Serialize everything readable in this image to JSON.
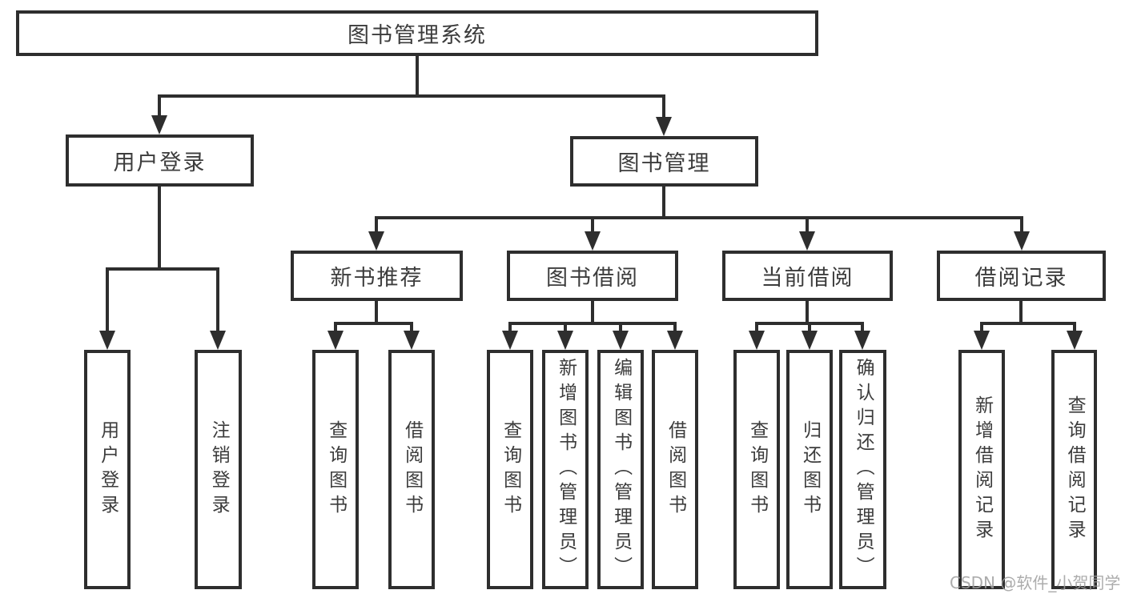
{
  "root": {
    "label": "图书管理系统"
  },
  "nodes": {
    "user_login": "用户登录",
    "book_management": "图书管理",
    "new_book_recommend": "新书推荐",
    "book_borrowing": "图书借阅",
    "current_borrowing": "当前借阅",
    "borrowing_records": "借阅记录"
  },
  "leaves": {
    "login": "用户登录",
    "logout": "注销登录",
    "rec_query_books": "查询图书",
    "rec_borrow_books": "借阅图书",
    "bor_query_books": "查询图书",
    "bor_add_books": "新增图书（管理员）",
    "bor_edit_books": "编辑图书（管理员）",
    "bor_borrow_books": "借阅图书",
    "cur_query_books": "查询图书",
    "cur_return_books": "归还图书",
    "cur_confirm_return": "确认归还（管理员）",
    "rec2_add_record": "新增借阅记录",
    "rec2_query_record": "查询借阅记录"
  },
  "watermark": "CSDN @软件_小贺同学",
  "colors": {
    "line": "#2e2e2e",
    "text": "#3c3c3c",
    "watermark": "#9e9e9e",
    "background": "#ffffff"
  }
}
